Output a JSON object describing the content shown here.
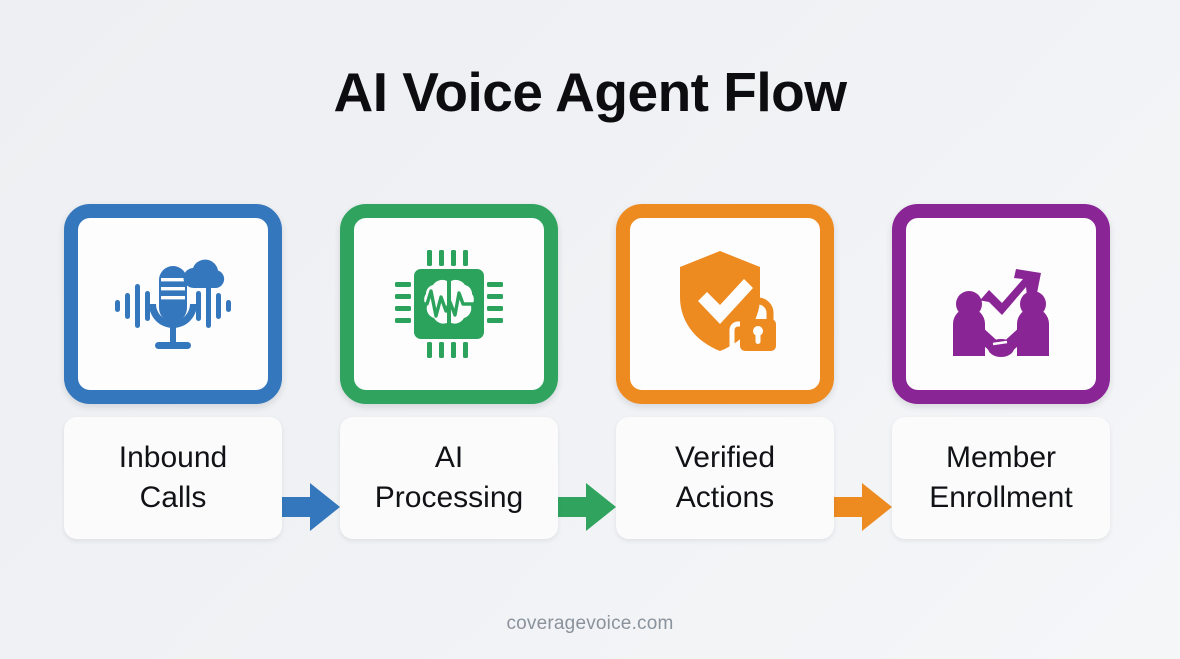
{
  "page": {
    "title": "AI Voice Agent Flow",
    "footer": "coveragevoice.com",
    "background_color": "#eef0f3"
  },
  "flow": {
    "steps": [
      {
        "label": "Inbound\nCalls",
        "icon": "microphone-cloud-icon",
        "color": "#3577bd"
      },
      {
        "label": "AI\nProcessing",
        "icon": "cpu-brain-icon",
        "color": "#30a45f"
      },
      {
        "label": "Verified\nActions",
        "icon": "shield-check-lock-icon",
        "color": "#ed8b21"
      },
      {
        "label": "Member\nEnrollment",
        "icon": "handshake-growth-icon",
        "color": "#8a2596"
      }
    ],
    "arrows": [
      {
        "name": "arrow-inbound-to-ai",
        "color": "#3577bd"
      },
      {
        "name": "arrow-ai-to-verified",
        "color": "#30a45f"
      },
      {
        "name": "arrow-verified-to-member",
        "color": "#ed8b21"
      }
    ]
  }
}
